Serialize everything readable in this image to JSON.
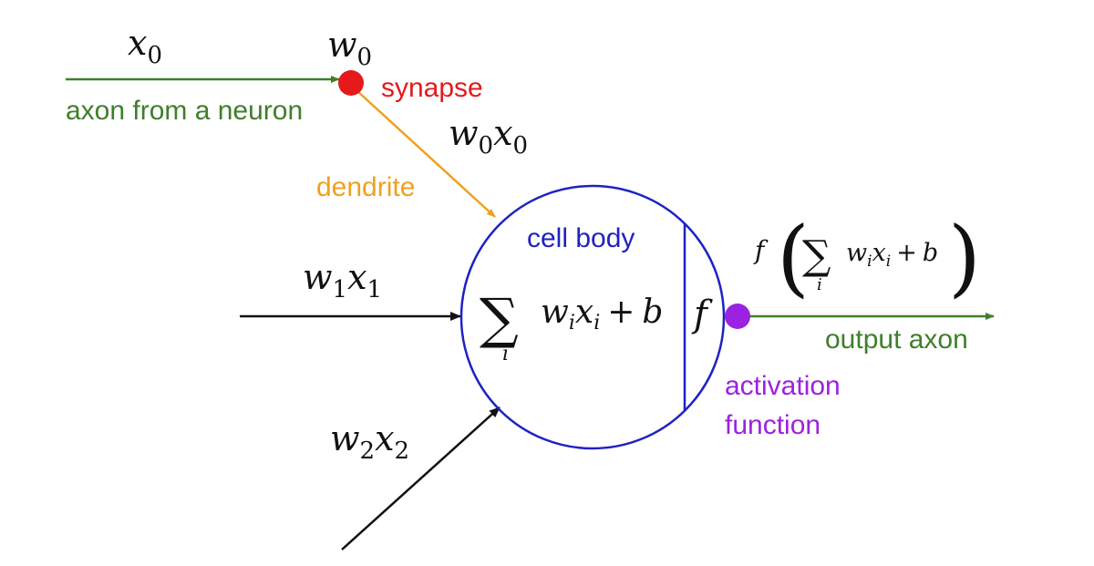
{
  "colors": {
    "axon_green": "#3f7f2b",
    "synapse_red": "#e41a1c",
    "dendrite_orange": "#f0a020",
    "cell_blue": "#1f22c2",
    "activation_purple": "#9b22e0",
    "black": "#111111"
  },
  "labels": {
    "axon_from_neuron": "axon from a neuron",
    "synapse": "synapse",
    "dendrite": "dendrite",
    "cell_body": "cell body",
    "output_axon": "output axon",
    "activation_line1": "activation",
    "activation_line2": "function"
  },
  "math": {
    "x0": {
      "base": "x",
      "sub": "0"
    },
    "w0": {
      "base": "w",
      "sub": "0"
    },
    "w0x0": {
      "w": "w",
      "w_sub": "0",
      "x": "x",
      "x_sub": "0"
    },
    "w1x1": {
      "w": "w",
      "w_sub": "1",
      "x": "x",
      "x_sub": "1"
    },
    "w2x2": {
      "w": "w",
      "w_sub": "2",
      "x": "x",
      "x_sub": "2"
    },
    "sum_symbol": "∑",
    "sum_index": "i",
    "sum_expr": {
      "w": "w",
      "w_sub": "i",
      "x": "x",
      "x_sub": "i",
      "plus": "+",
      "b": "b"
    },
    "f": "f",
    "output_expr": {
      "f": "f",
      "open": "(",
      "close": ")",
      "w": "w",
      "w_sub": "i",
      "x": "x",
      "x_sub": "i",
      "plus": "+",
      "b": "b"
    }
  }
}
